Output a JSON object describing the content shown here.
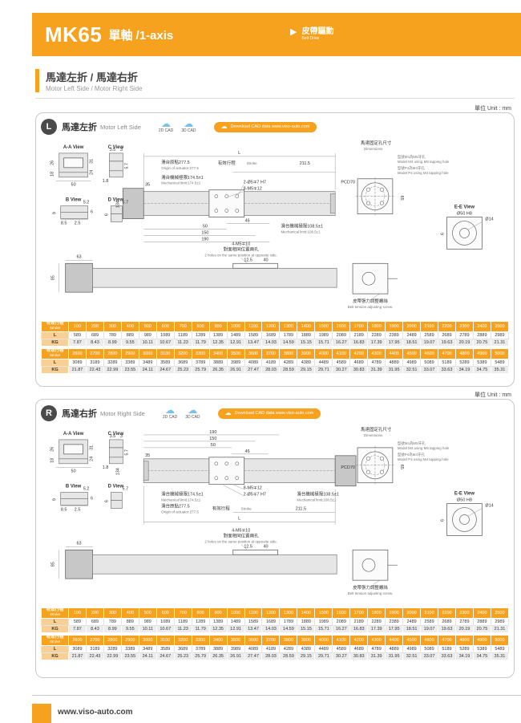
{
  "header": {
    "model": "MK65",
    "axis": "單軸 /1-axis",
    "drive_zh": "皮帶驅動",
    "drive_en": "Belt Drive"
  },
  "section": {
    "title_zh": "馬達左折 / 馬達右折",
    "title_en": "Motor Left Side / Motor Right Side"
  },
  "unit_label": "單位 Unit : mm",
  "cad": {
    "d2": "2D CAD",
    "d3": "3D CAD",
    "download": "Download CAD data www.viso-auto.com"
  },
  "panels": [
    {
      "badge": "L",
      "title_zh": "馬達左折",
      "title_en": "Motor Left Side"
    },
    {
      "badge": "R",
      "title_zh": "馬達右折",
      "title_en": "Motor Right Side"
    }
  ],
  "dwg": {
    "aa_view": "A-A View",
    "c_view": "C View",
    "b_view": "B View",
    "d_view": "D View",
    "ee_view": "E-E View",
    "origin_zh": "滑台原點277.5",
    "origin_en": "Origin of actuator:277.5",
    "stroke_zh": "有效行程",
    "stroke_en": "Stroke",
    "stroke_val": "211.5",
    "mech174_zh": "滑台機械極限174.5±1",
    "mech174_en": "Mechanical limit:174.5±1",
    "mech108_zh": "滑台機械極限108.5±1",
    "mech108_en": "Mechanical limit:108.5±1",
    "holes_a": "2-Ø5∓7 H7",
    "holes_b": "8-M5∓12",
    "holes_c": "4-M5∓10",
    "holes_c_zh": "對面相同位置兩孔",
    "holes_c_en": "2 holes on the same position at opposite side.",
    "motor_zh": "馬達固定孔尺寸",
    "motor_en": "Dimensions",
    "m4_zh": "型號M4為M5牙孔",
    "m4_en": "Model M4 using M5 tapping hole",
    "p4_zh": "型號P4為M4牙孔",
    "p4_en": "Model P4 using M4 tapping hole",
    "pcd": "PCD70",
    "d50h8": "Ø50 H8",
    "d14": "Ø14",
    "belt_zh": "皮帶張力調整螺絲",
    "belt_en": "Belt tension adjusting screw.",
    "dL": "L",
    "d134": "134",
    "d35b": "35",
    "d63": "63",
    "d125": "12.5",
    "d40": "40",
    "d85": "85",
    "d46": "46",
    "d50": "50",
    "d50b": "50",
    "d150": "150",
    "d190": "190",
    "d18": "18",
    "d26": "26",
    "d31": "31",
    "d24": "24",
    "d35": "3.5",
    "d3": "3",
    "d57": "5.7",
    "d18b": "1.8",
    "d52": "5.2",
    "d25": "2.5",
    "d9": "9",
    "d6": "6",
    "d85b": "8.5",
    "d65": "65"
  },
  "tables": {
    "t1": {
      "label_zh": "有效行程",
      "label_en": "Stroke",
      "row_l": "L",
      "row_kg": "KG",
      "strokes": [
        100,
        200,
        300,
        400,
        500,
        600,
        700,
        800,
        900,
        1000,
        1100,
        1200,
        1300,
        1400,
        1500,
        1600,
        1700,
        1800,
        1900,
        2000,
        2100,
        2200,
        2300,
        2400,
        2500
      ],
      "l": [
        589,
        689,
        789,
        889,
        989,
        1089,
        1189,
        1289,
        1389,
        1489,
        1589,
        1689,
        1789,
        1889,
        1989,
        2089,
        2189,
        2289,
        2389,
        2489,
        2589,
        2689,
        2789,
        2889,
        2989
      ],
      "kg": [
        "7.87",
        "8.43",
        "8.99",
        "9.55",
        "10.11",
        "10.67",
        "11.23",
        "11.79",
        "12.35",
        "12.91",
        "13.47",
        "14.03",
        "14.59",
        "15.15",
        "15.71",
        "16.27",
        "16.83",
        "17.39",
        "17.95",
        "18.51",
        "19.07",
        "19.63",
        "20.19",
        "20.75",
        "21.31"
      ]
    },
    "t2": {
      "label_zh": "有效行程",
      "label_en": "Stroke",
      "row_l": "L",
      "row_kg": "KG",
      "strokes": [
        2600,
        2700,
        2800,
        2900,
        3000,
        3100,
        3200,
        3300,
        3400,
        3500,
        3600,
        3700,
        3800,
        3900,
        4000,
        4100,
        4200,
        4300,
        4400,
        4500,
        4600,
        4700,
        4800,
        4900,
        5000
      ],
      "l": [
        3089,
        3189,
        3289,
        3389,
        3489,
        3589,
        3689,
        3789,
        3889,
        3989,
        4089,
        4189,
        4289,
        4389,
        4489,
        4589,
        4689,
        4789,
        4889,
        4989,
        5089,
        5189,
        5289,
        5389,
        5489
      ],
      "kg": [
        "21.87",
        "22.43",
        "22.99",
        "23.55",
        "24.11",
        "24.67",
        "25.23",
        "25.79",
        "26.35",
        "26.91",
        "27.47",
        "28.03",
        "28.59",
        "29.15",
        "29.71",
        "30.27",
        "30.83",
        "31.39",
        "31.95",
        "32.51",
        "33.07",
        "33.63",
        "34.19",
        "34.75",
        "35.31"
      ]
    }
  },
  "footer": {
    "url": "www.viso-auto.com"
  }
}
